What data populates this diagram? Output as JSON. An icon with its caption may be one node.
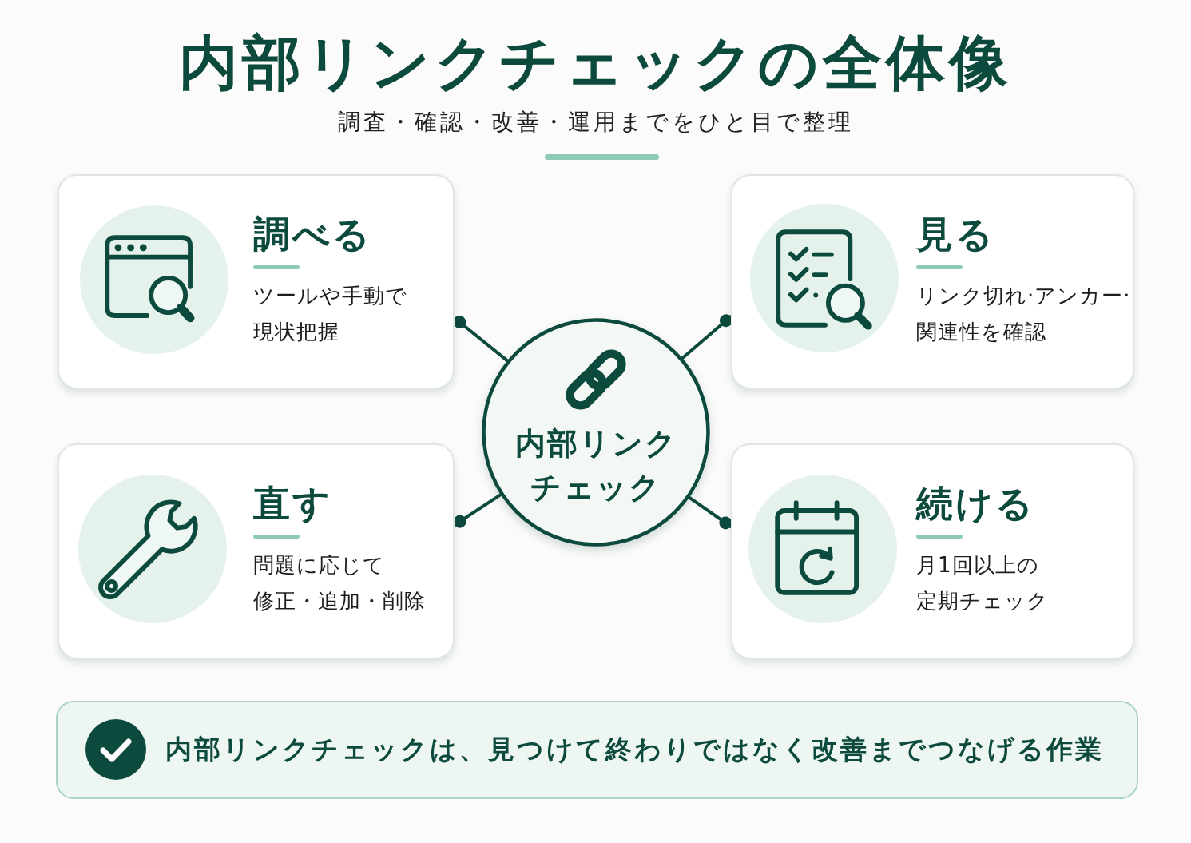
{
  "diagram": {
    "title": "内部リンクチェックの全体像",
    "nodes": [
      {
        "text": [
          "調べる",
          "ツールや手動で現状把握"
        ]
      },
      {
        "text": [
          "見る",
          "リンク切れ·アンカー·関連性を確認"
        ]
      },
      {
        "text": [
          "内部リンクチェック"
        ]
      },
      {
        "text": [
          "直す",
          "問題に応じて修正・追加・削除"
        ]
      },
      {
        "text": [
          "続ける",
          "月1回以上の定期チェック"
        ]
      },
      {
        "text": [
          "内部リンクチェックは、見つけて終わりではなく改善までつなげる作業"
        ]
      }
    ],
    "edges": [
      {
        "from": 2,
        "to": 0,
        "arrow": "other"
      },
      {
        "from": 2,
        "to": 1,
        "arrow": "other"
      },
      {
        "from": 2,
        "to": 3,
        "arrow": "other"
      },
      {
        "from": 2,
        "to": 4,
        "arrow": "other"
      }
    ],
    "labels": [
      "調査・確認・改善・運用までをひと目で整理"
    ]
  }
}
